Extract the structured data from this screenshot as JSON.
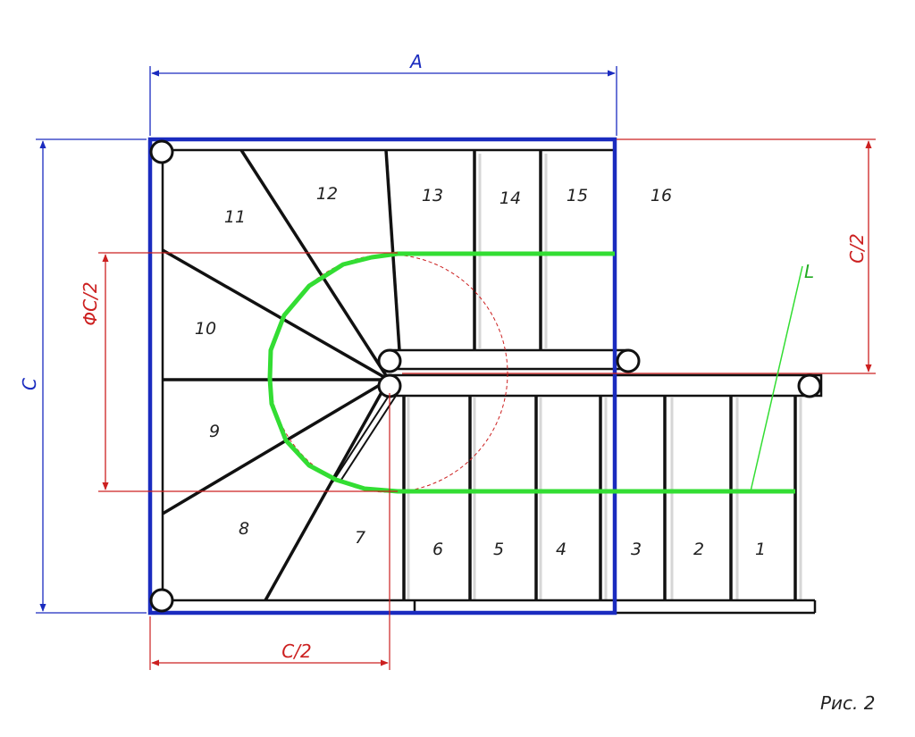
{
  "caption": "Рис. 2",
  "dimensions": {
    "A": "A",
    "C": "C",
    "half_c_right": "C/2",
    "half_c_bottom": "C/2",
    "diameter": "ΦC/2",
    "L": "L"
  },
  "steps": [
    "1",
    "2",
    "3",
    "4",
    "5",
    "6",
    "7",
    "8",
    "9",
    "10",
    "11",
    "12",
    "13",
    "14",
    "15",
    "16"
  ],
  "colors": {
    "frame": "#1a2bbf",
    "dimension_red": "#cc2020",
    "walking_line": "#33dd33",
    "structure": "#111111"
  }
}
